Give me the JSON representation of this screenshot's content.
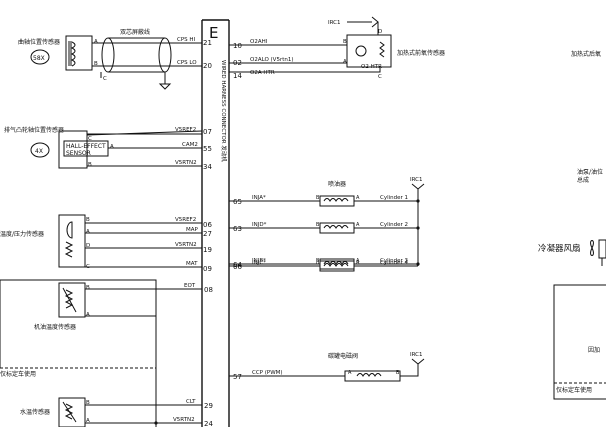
{
  "connector": {
    "letter": "E",
    "vertical_label": "WIRED HARNESS CONNECTOR 发动机"
  },
  "crank_sensor": {
    "label": "曲轴位置传感器",
    "badge": "58X",
    "pin_a": "A",
    "pin_b": "B",
    "pin_c": "C",
    "cable_label": "双芯屏蔽线",
    "signals": [
      {
        "name": "CPS HI",
        "pin": "21"
      },
      {
        "name": "CPS LO",
        "pin": "20"
      }
    ]
  },
  "cam_sensor": {
    "label": "排气凸轮轴位置传感器",
    "badge": "4X",
    "box_line1": "HALL-EFFECT",
    "box_line2": "SENSOR",
    "pin_a": "A",
    "pin_b": "B",
    "pin_c": "C",
    "signals": [
      {
        "name": "V5REF2",
        "pin": "07"
      },
      {
        "name": "CAM2",
        "pin": "55"
      },
      {
        "name": "V5RTN2",
        "pin": "34"
      }
    ]
  },
  "map_sensor": {
    "label": "温度/压力传感器",
    "pin_a": "A",
    "pin_b": "B",
    "pin_c": "C",
    "pin_d": "D",
    "signals": [
      {
        "name": "V5REF2",
        "pin": "06"
      },
      {
        "name": "MAP",
        "pin": "27"
      },
      {
        "name": "V5RTN2",
        "pin": "19"
      },
      {
        "name": "MAT",
        "pin": "09"
      }
    ]
  },
  "oil_temp_sensor": {
    "label": "机油温度传感器",
    "pin_a": "A",
    "pin_b": "B",
    "signal": {
      "name": "EOT",
      "pin": "08"
    }
  },
  "footnote_left": "仅标定车使用",
  "coolant_sensor": {
    "label": "水温传感器",
    "pin_a": "A",
    "pin_b": "B",
    "signals": [
      {
        "name": "CLT",
        "pin": "29"
      },
      {
        "name": "V5RTN2",
        "pin": "24"
      }
    ]
  },
  "o2_sensor": {
    "irc": "IRC1",
    "label": "加热式前氧传感器",
    "htr": "O2 HTR",
    "pin_a": "A",
    "pin_b": "B",
    "pin_c": "C",
    "pin_d": "D",
    "signals": [
      {
        "pin": "10",
        "name": "O2AHI"
      },
      {
        "pin": "02",
        "name": "O2ALO (V5rtn1)"
      },
      {
        "pin": "14",
        "name": "O2A HTR"
      }
    ]
  },
  "injectors": {
    "title": "喷油器",
    "irc": "IRC1",
    "items": [
      {
        "pin": "65",
        "name": "INJA*",
        "a": "B",
        "b": "A",
        "cyl": "Cylinder 1"
      },
      {
        "pin": "63",
        "name": "INJD*",
        "a": "B",
        "b": "A",
        "cyl": "Cylinder 2"
      },
      {
        "pin": "64",
        "name": "INJB*",
        "a": "B",
        "b": "A",
        "cyl": "Cylinder 3"
      },
      {
        "pin": "66",
        "name": "INJC*",
        "a": "B",
        "b": "A",
        "cyl": "Cylinder 4"
      }
    ]
  },
  "canister": {
    "title": "碳罐电磁阀",
    "irc": "IRC1",
    "pin": "57",
    "name": "CCP (PWM)",
    "a": "A",
    "b": "B"
  },
  "right_side": {
    "label_top": "加热式后氧",
    "label_mid1": "油泵/油位",
    "label_mid2": "总成",
    "fan_label": "冷凝器风扇",
    "box_label": "因加",
    "footnote": "仅标定车使用"
  }
}
